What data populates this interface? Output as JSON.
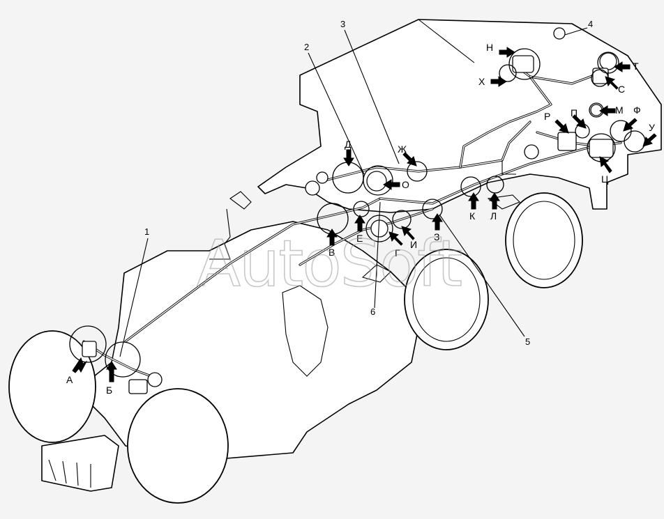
{
  "watermark": "AutoSoft",
  "letter_labels": [
    {
      "key": "A",
      "text": "А"
    },
    {
      "key": "B",
      "text": "Б"
    },
    {
      "key": "V",
      "text": "В"
    },
    {
      "key": "E",
      "text": "Е"
    },
    {
      "key": "G",
      "text": "Г"
    },
    {
      "key": "I",
      "text": "И"
    },
    {
      "key": "Z",
      "text": "З"
    },
    {
      "key": "K",
      "text": "К"
    },
    {
      "key": "L",
      "text": "Л"
    },
    {
      "key": "D",
      "text": "Д"
    },
    {
      "key": "Zh",
      "text": "Ж"
    },
    {
      "key": "O",
      "text": "О"
    },
    {
      "key": "N",
      "text": "Н"
    },
    {
      "key": "Kh",
      "text": "Х"
    },
    {
      "key": "T",
      "text": "Т"
    },
    {
      "key": "S",
      "text": "С"
    },
    {
      "key": "M",
      "text": "М"
    },
    {
      "key": "F",
      "text": "Ф"
    },
    {
      "key": "U",
      "text": "У"
    },
    {
      "key": "R",
      "text": "Р"
    },
    {
      "key": "P",
      "text": "П"
    },
    {
      "key": "Ts",
      "text": "Ц"
    }
  ],
  "part_numbers": [
    {
      "key": "n1",
      "text": "1"
    },
    {
      "key": "n2",
      "text": "2"
    },
    {
      "key": "n3",
      "text": "3"
    },
    {
      "key": "n4",
      "text": "4"
    },
    {
      "key": "n5",
      "text": "5"
    },
    {
      "key": "n6",
      "text": "6"
    }
  ]
}
